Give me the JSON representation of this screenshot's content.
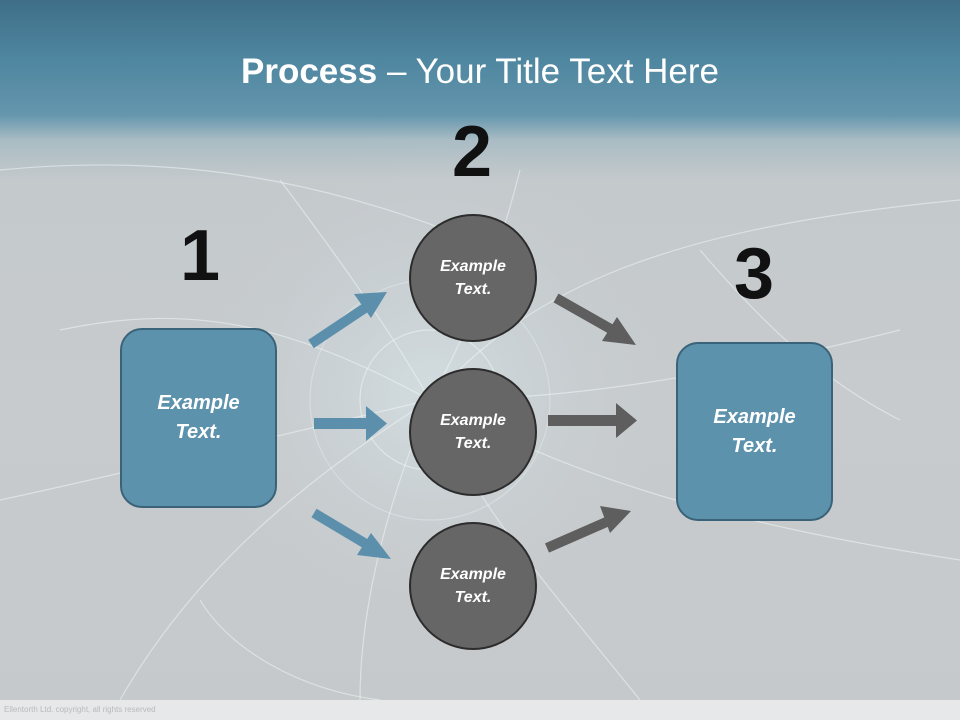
{
  "slide": {
    "title_bold": "Process",
    "title_rest": " – Your Title Text Here",
    "steps": [
      {
        "number": "1",
        "text_line1": "Example",
        "text_line2": "Text."
      },
      {
        "number": "2"
      },
      {
        "number": "3",
        "text_line1": "Example",
        "text_line2": "Text."
      }
    ],
    "circles": [
      {
        "text_line1": "Example",
        "text_line2": "Text."
      },
      {
        "text_line1": "Example",
        "text_line2": "Text."
      },
      {
        "text_line1": "Example",
        "text_line2": "Text."
      }
    ],
    "footer_text": "Ellentorth Ltd. copyright, all rights reserved"
  },
  "colors": {
    "box_fill": "#5d92ad",
    "circle_fill": "#666666",
    "left_arrow": "#5b8fab",
    "right_arrow": "#5e5e5e",
    "title_bar": "#4f86a0"
  }
}
